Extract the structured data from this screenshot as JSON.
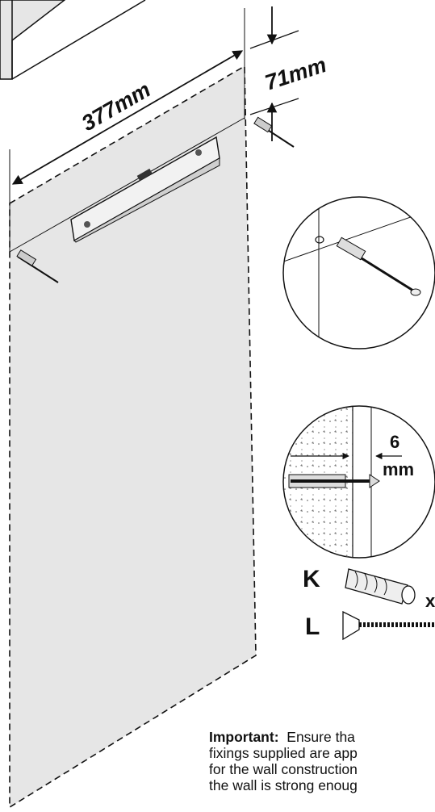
{
  "dimensions": {
    "width": "377mm",
    "offset": "71mm",
    "gap_value": "6",
    "gap_unit": "mm"
  },
  "parts": {
    "plug_letter": "K",
    "plug_qty_prefix": "x",
    "screw_letter": "L"
  },
  "note": {
    "heading": "Important:",
    "line1": "Ensure tha",
    "line2": "fixings supplied are app",
    "line3": "for the wall construction",
    "line4": "the wall is strong enoug"
  },
  "colors": {
    "panel_fill": "#e6e6e6",
    "ink": "#111111"
  }
}
